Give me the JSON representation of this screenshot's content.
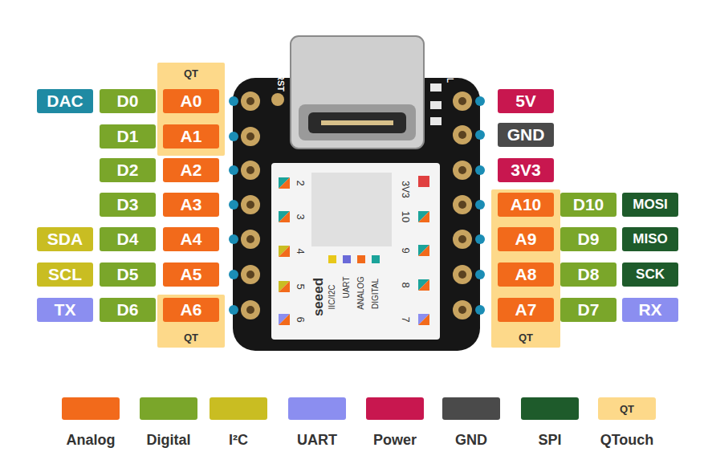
{
  "diagram": {
    "nodes": [
      {
        "text": [
          "DAC"
        ]
      },
      {
        "text": [
          "D0"
        ]
      },
      {
        "text": [
          "QT"
        ]
      },
      {
        "text": [
          "A0"
        ],
        "in": 2
      },
      {
        "text": [
          "D1"
        ]
      },
      {
        "text": [
          "A1"
        ],
        "in": 2
      },
      {
        "text": [
          "D2"
        ]
      },
      {
        "text": [
          "A2"
        ]
      },
      {
        "text": [
          "D3"
        ]
      },
      {
        "text": [
          "A3"
        ]
      },
      {
        "text": [
          "SDA"
        ]
      },
      {
        "text": [
          "D4"
        ]
      },
      {
        "text": [
          "A4"
        ]
      },
      {
        "text": [
          "SCL"
        ]
      },
      {
        "text": [
          "D5"
        ]
      },
      {
        "text": [
          "A5"
        ]
      },
      {
        "text": [
          "TX"
        ]
      },
      {
        "text": [
          "D6"
        ]
      },
      {
        "text": [
          "QT"
        ]
      },
      {
        "text": [
          "A6"
        ],
        "in": 18
      },
      {
        "text": [
          "5V"
        ]
      },
      {
        "text": [
          "GND"
        ]
      },
      {
        "text": [
          "3V3"
        ]
      },
      {
        "text": [
          "QT"
        ]
      },
      {
        "text": [
          "A10"
        ],
        "in": 23
      },
      {
        "text": [
          "D10"
        ]
      },
      {
        "text": [
          "MOSI"
        ]
      },
      {
        "text": [
          "A9"
        ],
        "in": 23
      },
      {
        "text": [
          "D9"
        ]
      },
      {
        "text": [
          "MISO"
        ]
      },
      {
        "text": [
          "A8"
        ],
        "in": 23
      },
      {
        "text": [
          "D8"
        ]
      },
      {
        "text": [
          "SCK"
        ]
      },
      {
        "text": [
          "A7"
        ],
        "in": 23
      },
      {
        "text": [
          "D7"
        ]
      },
      {
        "text": [
          "RX"
        ]
      }
    ],
    "labels": [
      "RST",
      "L",
      "2",
      "3",
      "4",
      "5",
      "6",
      "3V3",
      "10",
      "9",
      "8",
      "7",
      "seeed",
      "IIC/I2C",
      "UART",
      "ANALOG",
      "DIGITAL",
      "QT"
    ],
    "legend": [
      {
        "text": "Analog",
        "color": "#f26a1b"
      },
      {
        "text": "Digital",
        "color": "#7aa62a"
      },
      {
        "text": "I²C",
        "color": "#c9bd22"
      },
      {
        "text": "UART",
        "color": "#8b8ef0"
      },
      {
        "text": "Power",
        "color": "#c8174f"
      },
      {
        "text": "GND",
        "color": "#4a4a4a"
      },
      {
        "text": "SPI",
        "color": "#1e5b2b"
      },
      {
        "text": "QTouch",
        "color": "#fdd98a"
      }
    ]
  }
}
